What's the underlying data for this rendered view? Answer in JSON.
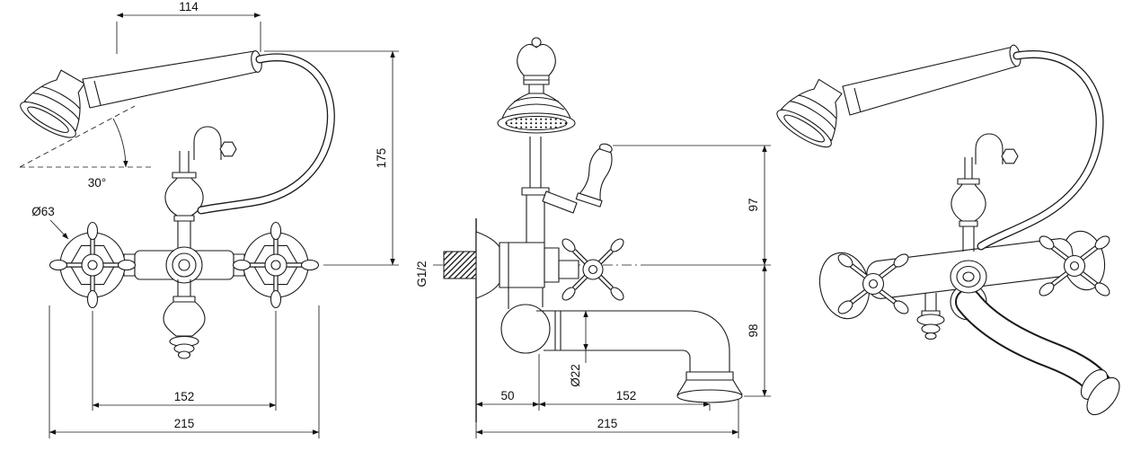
{
  "canvas": {
    "background": "#ffffff",
    "line_color": "#1a1a1a"
  },
  "front_view": {
    "dims": {
      "handle_width": "114",
      "overall_height": "175",
      "shower_angle": "30°",
      "flange_diameter": "Ø63",
      "center_distance": "152",
      "overall_width": "215"
    }
  },
  "side_view": {
    "dims": {
      "inlet_thread": "G1/2",
      "top_to_center": "97",
      "center_to_spout": "98",
      "spout_diameter": "Ø22",
      "wall_offset": "50",
      "spout_reach": "152",
      "overall_depth": "215"
    }
  }
}
